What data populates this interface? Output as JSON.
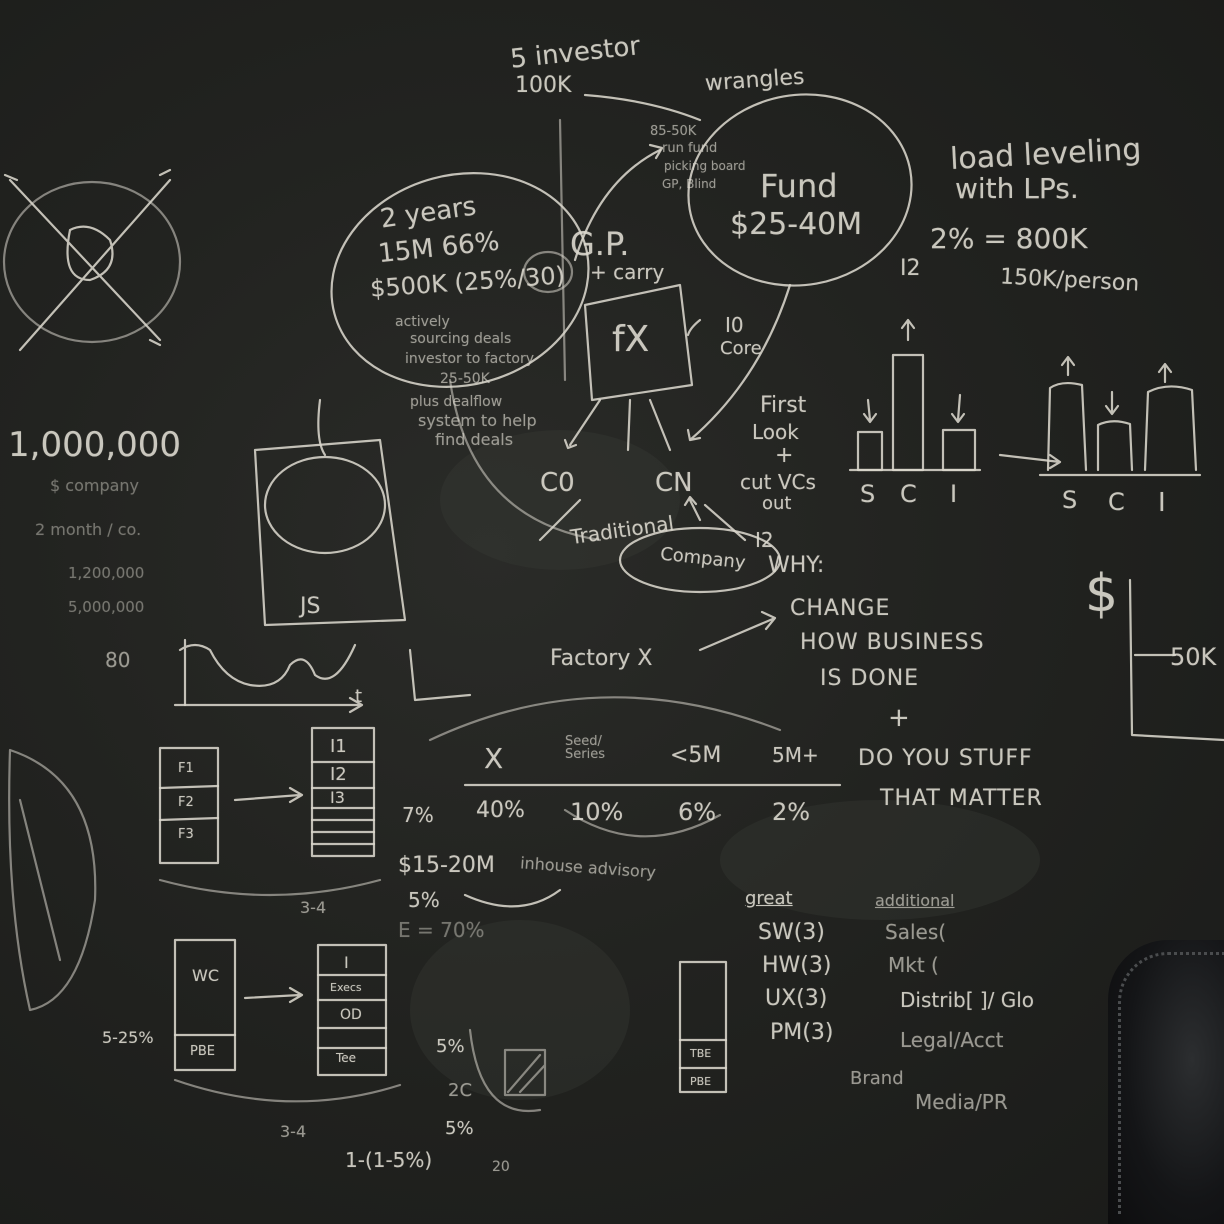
{
  "board": {
    "top": {
      "investor": [
        "5 investor",
        "100K"
      ],
      "wrangles": "wrangles",
      "fund_notes": [
        "85-50K",
        "run fund",
        "picking board",
        "GP, Blind"
      ],
      "fund": [
        "Fund",
        "$25-40M"
      ],
      "lp": [
        "load leveling",
        "with LPs.",
        "2% = 800K",
        "I2",
        "150K/person"
      ]
    },
    "gp": {
      "summary": [
        "2 years",
        "15M 66%",
        "$500K (25%/30)"
      ],
      "label": [
        "G.P.",
        "+ carry"
      ],
      "notes": [
        "actively",
        "sourcing deals",
        "investor to factory",
        "25-50K",
        "plus dealflow",
        "system to help",
        "find deals"
      ]
    },
    "fx": {
      "box": "fX",
      "io": [
        "I0",
        "Core"
      ],
      "first_look": [
        "First",
        "Look",
        "+",
        "cut VCs",
        "out"
      ],
      "c0": "C0",
      "cn": "CN",
      "traditional": "Traditional",
      "company": "Company",
      "i2": "I2"
    },
    "charts": {
      "labels_left": [
        "S",
        "C",
        "I"
      ],
      "labels_right": [
        "S",
        "C",
        "I"
      ],
      "dollar": "$",
      "amount": "50K"
    },
    "left": {
      "million": "1,000,000",
      "lines": [
        "$ company",
        "2 month / co.",
        "1,200,000",
        "5,000,000"
      ],
      "eighty": "80",
      "js": "JS",
      "t": "t",
      "stack_a": [
        "F1",
        "F2",
        "F3"
      ],
      "stack_b": [
        "I1",
        "I2",
        "I3"
      ],
      "range_a": "3-4",
      "stack_c": "WC",
      "stack_c_bottom": "PBE",
      "pct_a": "5-25%",
      "stack_d": [
        "I",
        "Execs",
        "OD",
        "Tee"
      ],
      "range_b": "3-4"
    },
    "middle": {
      "factory": "Factory X",
      "why": "WHY:",
      "change": [
        "CHANGE",
        "HOW BUSINESS",
        "IS DONE",
        "+",
        "DO YOU STUFF",
        "THAT MATTER"
      ],
      "cols": [
        "X",
        "Seed/ Series",
        "<5M",
        "5M+"
      ],
      "vals": [
        "7%",
        "40%",
        "10%",
        "6%",
        "2%"
      ],
      "bis": "$15-20M",
      "inhouse": "inhouse advisory",
      "five": "5%",
      "e": "E = 70%",
      "small": [
        "5%",
        "2C",
        "5%",
        "1-(1-5%)",
        "20"
      ],
      "stack_e": [
        "TBE",
        "PBE"
      ]
    },
    "right": {
      "great": "great",
      "addition": "additional",
      "col1": [
        "SW(3)",
        "HW(3)",
        "UX(3)",
        "PM(3)"
      ],
      "col2": [
        "Sales(",
        "Mkt (",
        "Distrib[ ]/ Glo",
        "Legal/Acct",
        "Brand",
        "Media/PR"
      ]
    }
  }
}
